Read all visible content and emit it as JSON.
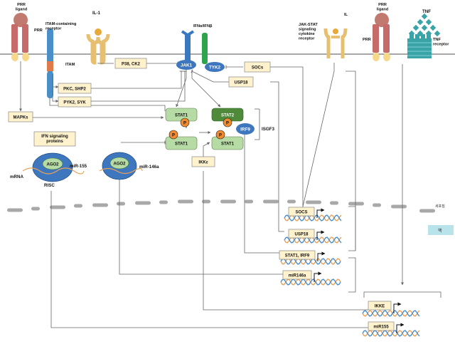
{
  "receptors": {
    "prr_left_ligand": "PRR\nligand",
    "prr_left": "PRR",
    "itam_receptor": "ITAM-containing\nreceptor",
    "itam": "ITAM",
    "il1": "IL-1",
    "ifn": "IFNα/IFNβ",
    "jak_stat_receptor": "JAK-STAT\nsignaling\ncytokine\nreceptor",
    "il": "IL",
    "prr_right_ligand": "PRR\nligand",
    "prr_right": "PRR",
    "tnf": "TNF",
    "tnf_receptor": "TNF\nreceptor"
  },
  "signals": {
    "p38_ck2": "P38, CK2",
    "jak1": "JAK1",
    "tyk2": "TYK2",
    "socs_top": "SOCs",
    "usp18_top": "USP18",
    "pkc_shp2": "PKC, SHP2",
    "pyk2_syk": "PYK2, SYK",
    "mapks": "MAPKs",
    "stat1_a": "STAT1",
    "stat1_b": "STAT1",
    "stat2": "STAT2",
    "stat1_c": "STAT1",
    "irf9": "IRF9",
    "isgf3": "ISGF3",
    "phospho": "P",
    "ikke_top": "IKKε",
    "ifn_signaling": "IFN signaling\nproteins"
  },
  "risc": {
    "ago2_1": "AGO2",
    "ago2_2": "AGO2",
    "mir155": "miR-155",
    "mir146a": "miR-146a",
    "mrna": "mRNA",
    "risc": "RISC"
  },
  "nucleus": {
    "label_ko": "세포질",
    "label_nuc": "핵",
    "genes": [
      "SOCS",
      "USP18",
      "STAT1, IRF9",
      "miR146a",
      "IKKE",
      "miR155"
    ]
  },
  "colors": {
    "membrane": "#8a8a8a",
    "gene_box": "#fff2cc",
    "stat_green": "#b6dba4",
    "stat2_dark": "#4e8a3a",
    "blue_oval": "#3f77bf",
    "phospho_orange": "#f28a30",
    "nuclear_badge": "#b9e3ea"
  }
}
